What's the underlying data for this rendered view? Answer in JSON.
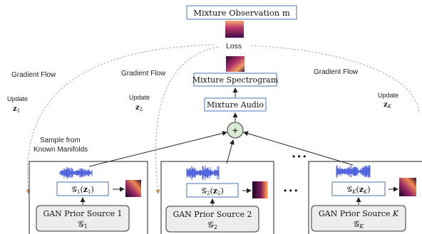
{
  "top": {
    "mixture_observation": "Mixture Observation m",
    "loss": "Loss",
    "mixture_spectrogram": "Mixture Spectrogram",
    "mixture_audio": "Mixture Audio",
    "sum_symbol": "+"
  },
  "side_labels": {
    "gradient_flow_1": "Gradient Flow",
    "gradient_flow_2": "Gradient Flow",
    "gradient_flow_3": "Gradient Flow",
    "update_word_1": "Update",
    "update_var_1": "z1",
    "update_word_2": "Update",
    "update_var_2": "z2",
    "update_word_3": "Update",
    "update_var_3": "zK",
    "sample_from_line1": "Sample from",
    "sample_from_line2": "Known Manifolds"
  },
  "sources": [
    {
      "generator": "G1(z1)",
      "prior_line1": "GAN Prior Source 1",
      "prior_line2": "G1"
    },
    {
      "generator": "G2(z2)",
      "prior_line1": "GAN Prior Source 2",
      "prior_line2": "G2"
    },
    {
      "generator": "GK(zK)",
      "prior_line1": "GAN Prior Source K",
      "prior_line2": "GK"
    }
  ],
  "ellipsis": "• • •",
  "colors": {
    "box_border": "#4a72b8",
    "waveform": "#2a3fd6",
    "sum_fill": "#d9ead3",
    "spectrogram_dark": "#1a0526",
    "spectrogram_hot": "#f0a060"
  }
}
